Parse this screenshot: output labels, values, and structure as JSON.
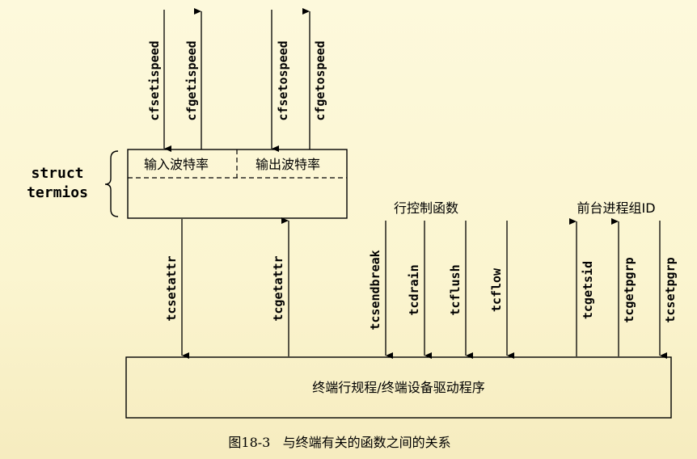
{
  "struct_label": [
    "struct",
    "termios"
  ],
  "termios_box": {
    "input_speed": "输入波特率",
    "output_speed": "输出波特率"
  },
  "speed_functions": [
    "cfsetispeed",
    "cfgetispeed",
    "cfsetospeed",
    "cfgetospeed"
  ],
  "attr_functions": [
    "tcsetattr",
    "tcgetattr"
  ],
  "line_control": {
    "title": "行控制函数",
    "functions": [
      "tcsendbreak",
      "tcdrain",
      "tcflush",
      "tcflow"
    ]
  },
  "process_group": {
    "title": "前台进程组ID",
    "functions": [
      "tcgetsid",
      "tcgetpgrp",
      "tcsetpgrp"
    ]
  },
  "driver_box": "终端行规程/终端设备驱动程序",
  "caption": "图18-3   与终端有关的函数之间的关系",
  "colors": {
    "background": "#fbf5cf",
    "line": "#000000"
  }
}
